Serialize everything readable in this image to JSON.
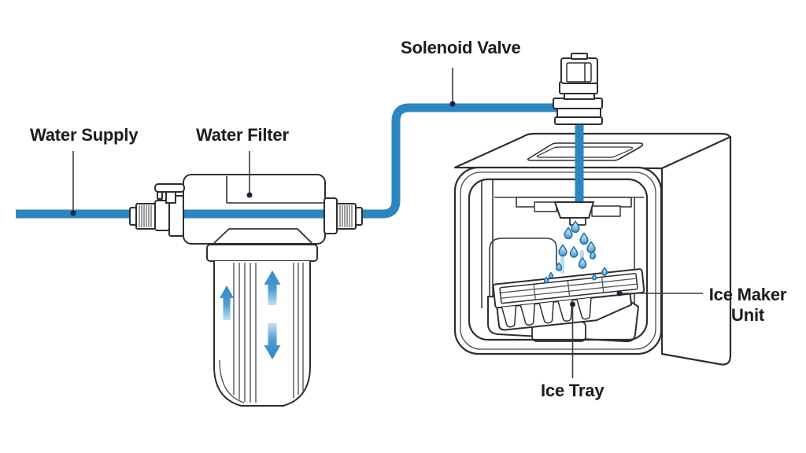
{
  "figure": {
    "kind": "technical-line-diagram",
    "subject": "Ice maker water supply system"
  },
  "colors": {
    "background": "#ffffff",
    "pipe": "#2c86c2",
    "outline": "#2e2e2e",
    "droplet_outline": "#2373a8",
    "leader_line": "#3c3c3c",
    "leader_dot": "#17233e",
    "label_text": "#1c1c1c",
    "arrow_blue": "#2e86c1"
  },
  "labels": {
    "water_supply": "Water Supply",
    "water_filter": "Water Filter",
    "solenoid_valve": "Solenoid Valve",
    "ice_maker_unit_line1": "Ice Maker",
    "ice_maker_unit_line2": "Unit",
    "ice_tray": "Ice Tray"
  },
  "icons": {
    "flow_arrows": "up-down-flow-arrows",
    "droplets": "water-droplets"
  }
}
